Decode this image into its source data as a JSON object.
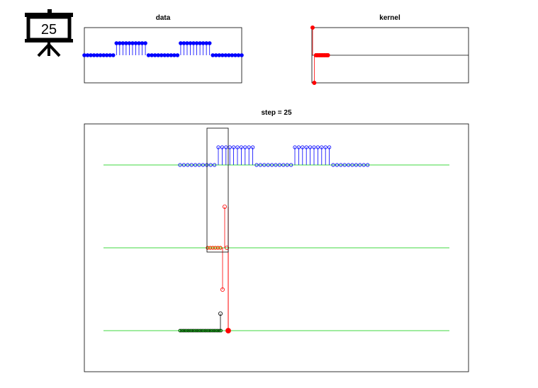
{
  "icon": {
    "name": "presentation-board-icon",
    "number": "25"
  },
  "panels": {
    "data": {
      "title": "data"
    },
    "kernel": {
      "title": "kernel"
    },
    "step": {
      "title": "step = 25"
    }
  },
  "colors": {
    "data": "#0000ff",
    "kernel": "#ff0000",
    "baseline": "#00cc00",
    "result": "#000000",
    "frame": "#000000"
  },
  "chart_data": [
    {
      "type": "stem",
      "panel": "data",
      "x": [
        1,
        50
      ],
      "series": [
        {
          "values_by_range": [
            [
              1,
              10,
              0
            ],
            [
              11,
              20,
              1
            ],
            [
              21,
              30,
              0
            ],
            [
              31,
              40,
              1
            ],
            [
              41,
              50,
              0
            ]
          ]
        }
      ]
    },
    {
      "type": "stem",
      "panel": "kernel",
      "series": [
        {
          "values": [
            1,
            -1,
            0,
            0,
            0,
            0,
            0,
            0,
            0,
            0
          ]
        }
      ]
    },
    {
      "type": "stem",
      "panel": "step",
      "step": 25
    }
  ]
}
